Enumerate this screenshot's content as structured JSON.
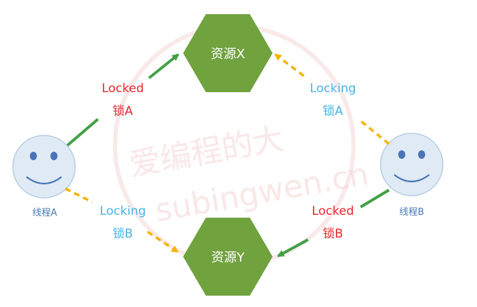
{
  "watermark": {
    "line1": "爱编程的大",
    "line2": "subingwen.cn"
  },
  "resources": {
    "x": {
      "label": "资源X",
      "color": "#70a23e"
    },
    "y": {
      "label": "资源Y",
      "color": "#70a23e"
    }
  },
  "threads": {
    "a": {
      "label": "线程A",
      "face_color": "#dfeaf4",
      "eye_color": "#4a74b8"
    },
    "b": {
      "label": "线程B",
      "face_color": "#dfeaf4",
      "eye_color": "#4a74b8"
    }
  },
  "edges": {
    "a_to_x": {
      "status": "Locked",
      "lock": "锁A",
      "color": "#43a047",
      "style": "solid"
    },
    "b_to_x": {
      "status": "Locking",
      "lock": "锁A",
      "color": "#f4b400",
      "style": "dashed"
    },
    "a_to_y": {
      "status": "Locking",
      "lock": "锁B",
      "color": "#f4b400",
      "style": "dashed"
    },
    "b_to_y": {
      "status": "Locked",
      "lock": "锁B",
      "color": "#43a047",
      "style": "solid"
    }
  }
}
